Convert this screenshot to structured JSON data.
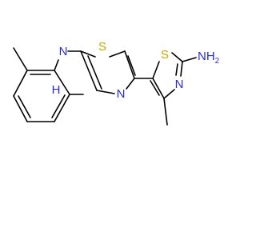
{
  "molecule": {
    "atoms": {
      "s_left": {
        "text": "S",
        "color": "#c8a600"
      },
      "n_left": {
        "text": "N",
        "color": "#2b2bd6"
      },
      "nh": {
        "text": "H",
        "color": "#2b2bd6"
      },
      "nh_n": {
        "text": "N",
        "color": "#2b2bd6"
      },
      "s_right": {
        "text": "S",
        "color": "#c8a600"
      },
      "n_right": {
        "text": "N",
        "color": "#2b2bd6"
      },
      "nh2": {
        "text": "NH",
        "sub": "2",
        "color": "#2b2bd6"
      }
    }
  }
}
